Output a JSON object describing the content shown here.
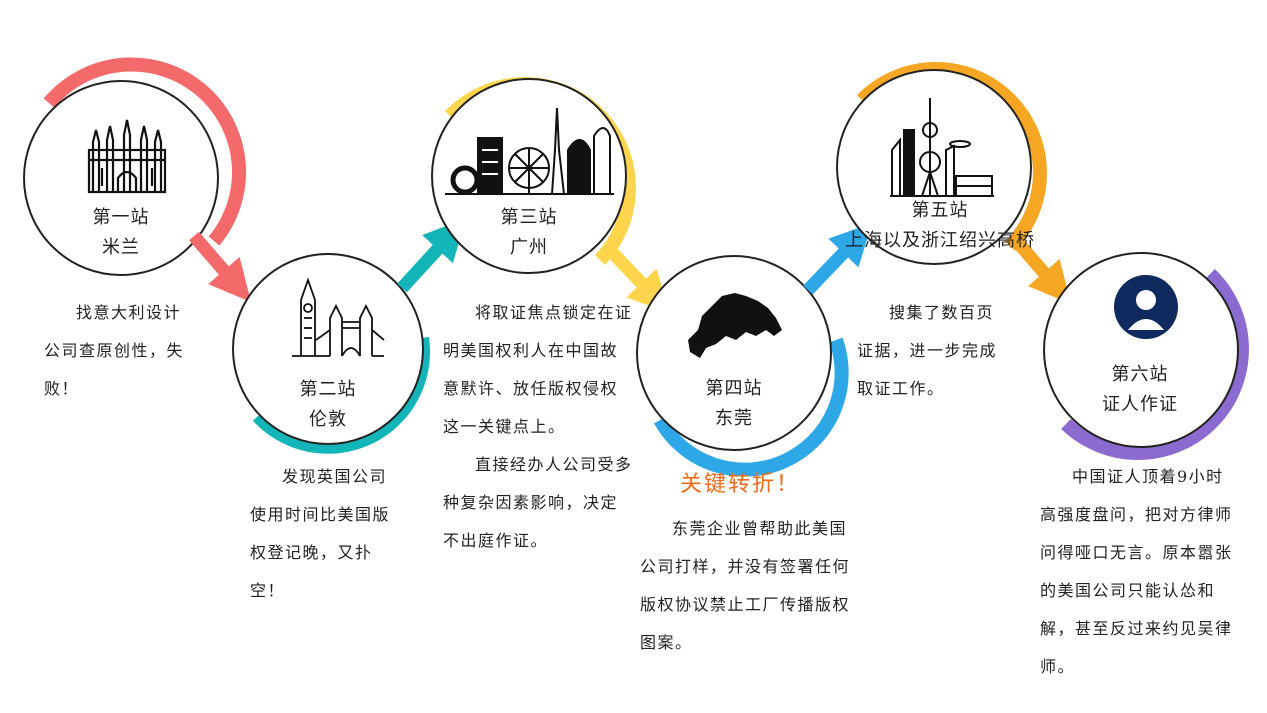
{
  "stations": [
    {
      "title": "第一站",
      "city": "米兰",
      "color": "#f46a6a",
      "icon": "milan-cathedral-icon"
    },
    {
      "title": "第二站",
      "city": "伦敦",
      "color": "#13b5b9",
      "icon": "london-tower-bridge-icon"
    },
    {
      "title": "第三站",
      "city": "广州",
      "color": "#fcd54d",
      "icon": "guangzhou-skyline-icon"
    },
    {
      "title": "第四站",
      "city": "东莞",
      "color": "#2ea7e6",
      "icon": "dongguan-map-icon"
    },
    {
      "title": "第五站",
      "city": "上海以及浙江绍兴高桥",
      "color": "#f5a623",
      "icon": "shanghai-skyline-icon"
    },
    {
      "title": "第六站",
      "city": "证人作证",
      "color": "#8c6bd1",
      "icon": "witness-avatar-icon"
    }
  ],
  "descriptions": {
    "milan": [
      "找意大利设计公司查原创性，失败！"
    ],
    "london": [
      "发现英国公司使用时间比美国版权登记晚，又扑空！"
    ],
    "guangzhou": [
      "将取证焦点锁定在证明美国权利人在中国故意默许、放任版权侵权这一关键点上。",
      "直接经办人公司受多种复杂因素影响，决定不出庭作证。"
    ],
    "dongguan": [
      "东莞企业曾帮助此美国公司打样，并没有签署任何版权协议禁止工厂传播版权图案。"
    ],
    "shanghai": [
      "搜集了数百页证据，进一步完成取证工作。"
    ],
    "witness": [
      "中国证人顶着9小时高强度盘问，把对方律师问得哑口无言。原本嚣张的美国公司只能认怂和解，甚至反过来约见吴律师。"
    ]
  },
  "key_turn": "关键转折！"
}
